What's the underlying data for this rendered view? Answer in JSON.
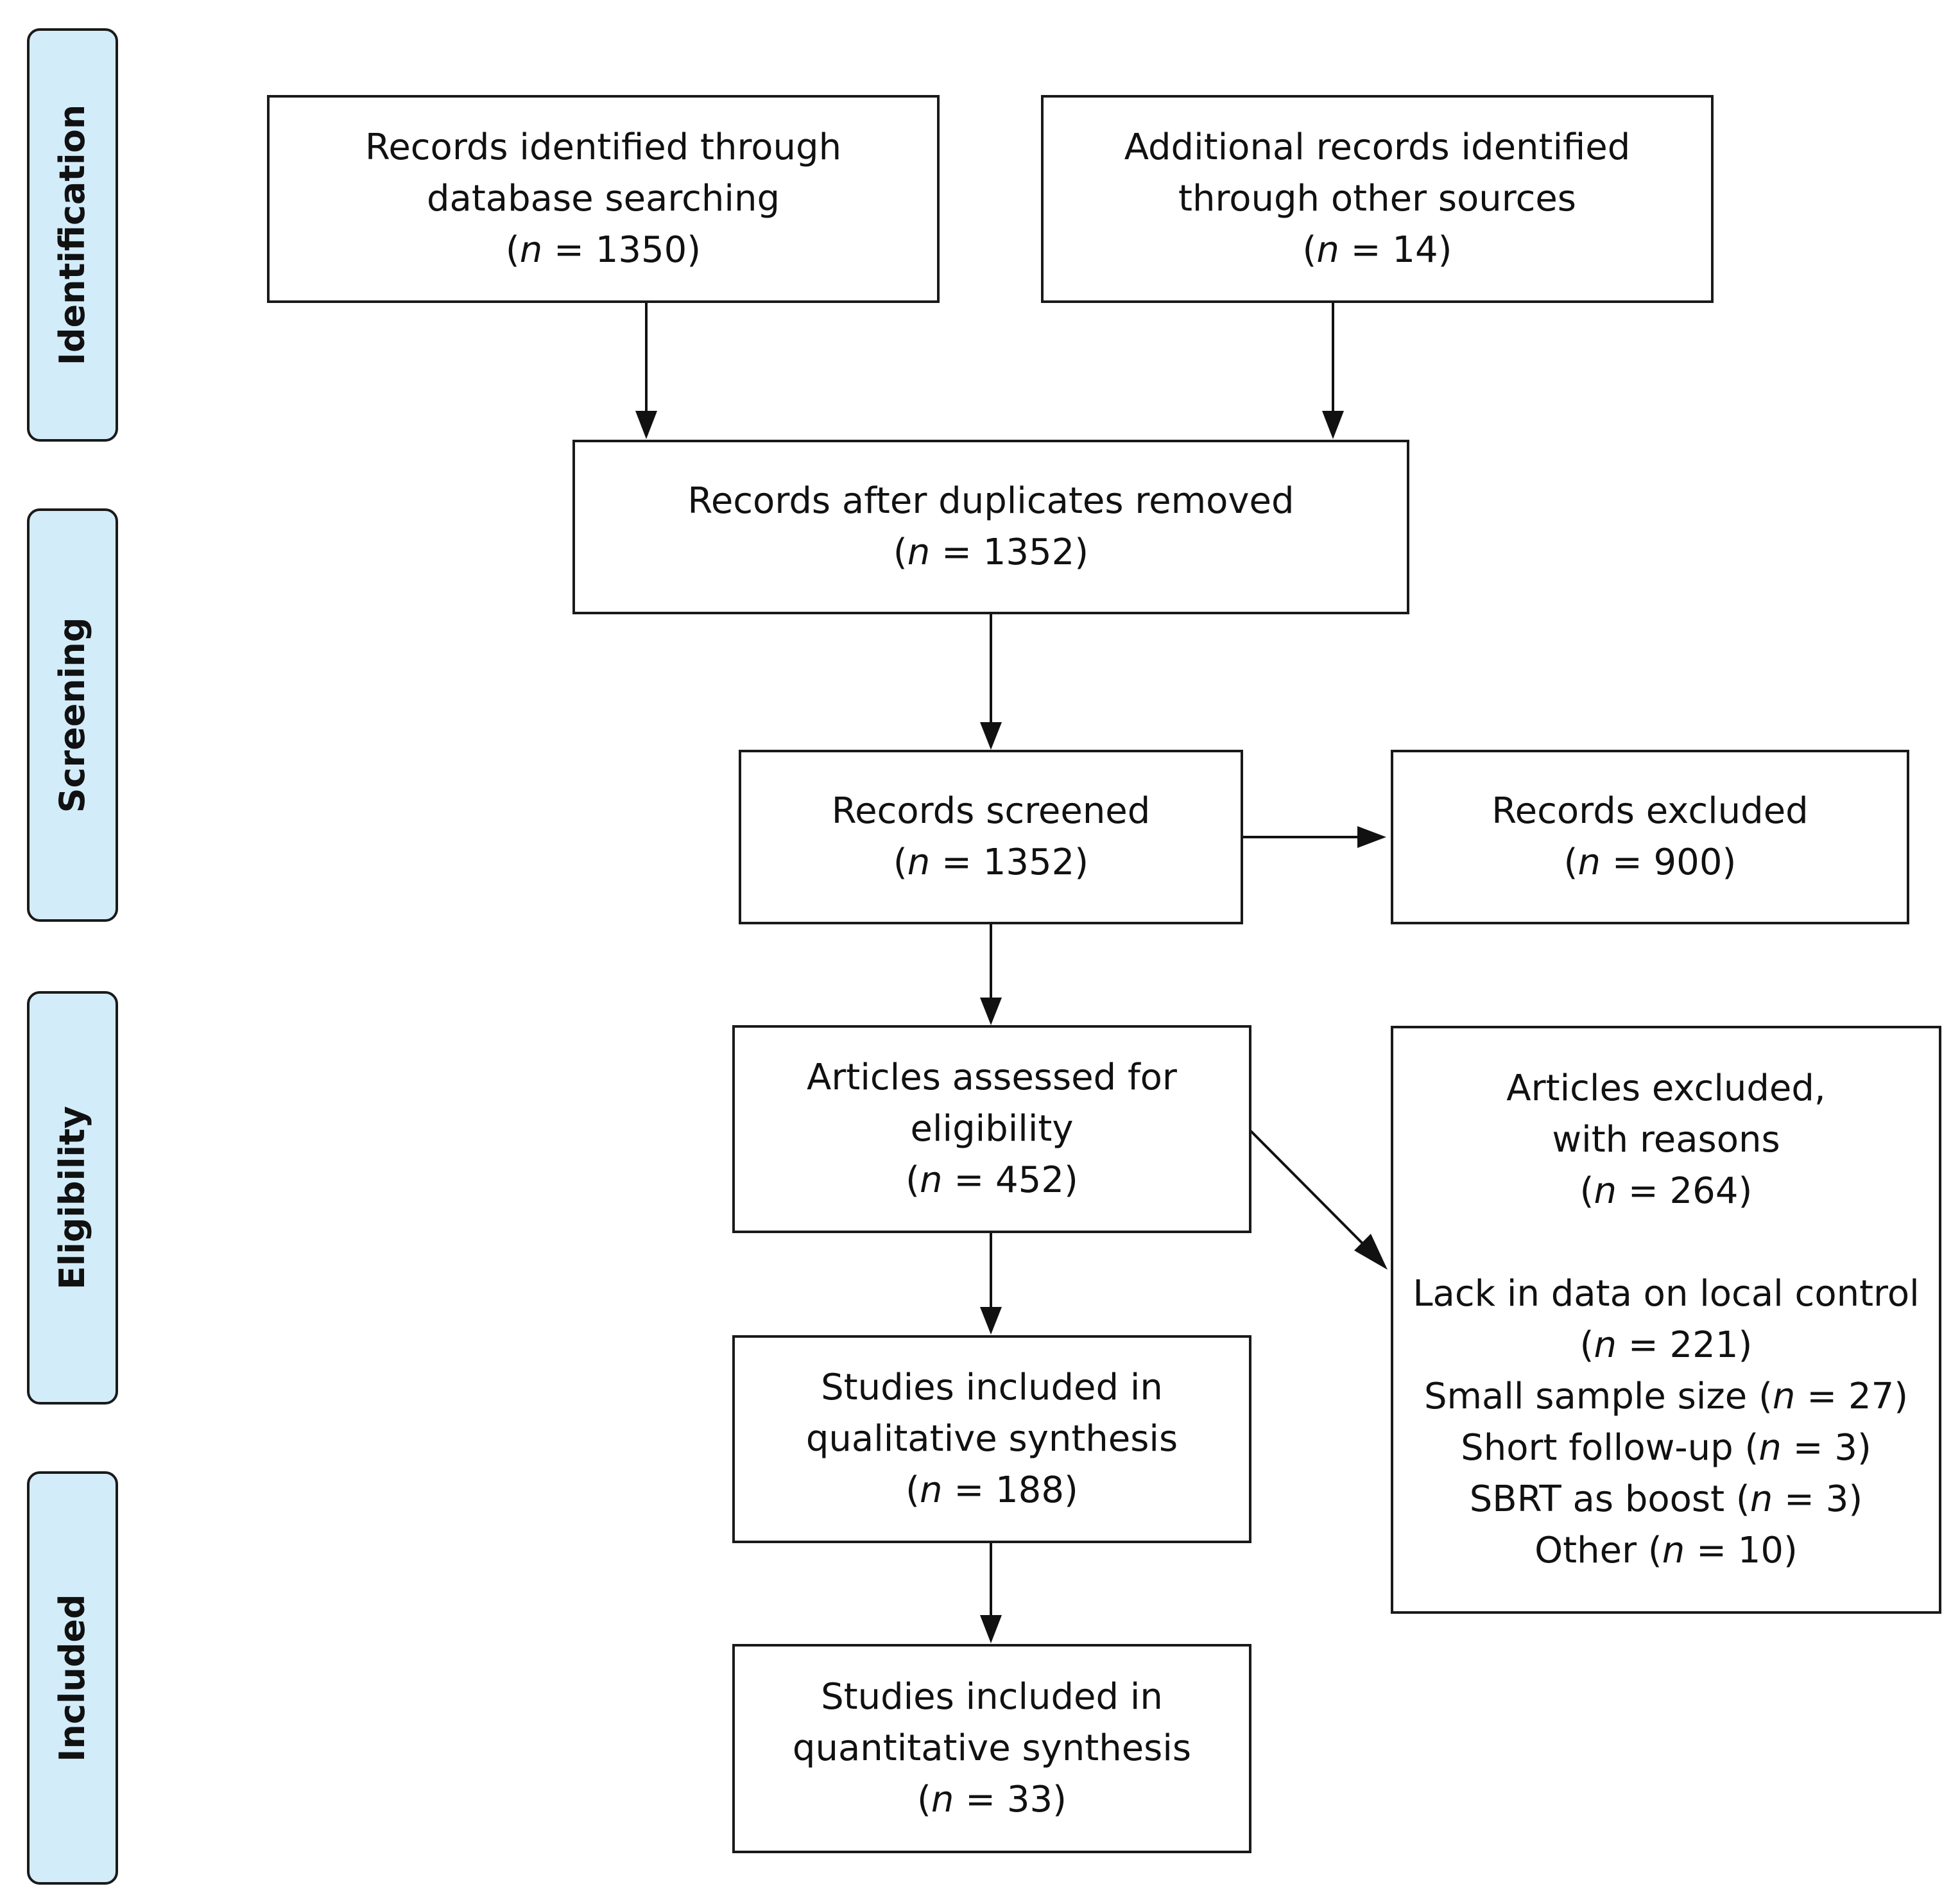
{
  "phases": {
    "identification": "Identification",
    "screening": "Screening",
    "eligibility": "Eligibility",
    "included": "Included"
  },
  "boxes": {
    "database_search": {
      "lines": [
        "Records identified through",
        "database searching"
      ],
      "n_label": "n",
      "n_value": " = 1350"
    },
    "other_sources": {
      "lines": [
        "Additional records identified",
        "through other sources"
      ],
      "n_label": "n",
      "n_value": " = 14"
    },
    "duplicates_removed": {
      "lines": [
        "Records after duplicates removed"
      ],
      "n_label": "n",
      "n_value": " = 1352"
    },
    "screened": {
      "lines": [
        "Records screened"
      ],
      "n_label": "n",
      "n_value": " = 1352"
    },
    "excluded": {
      "lines": [
        "Records excluded"
      ],
      "n_label": "n",
      "n_value": " = 900"
    },
    "eligibility": {
      "lines": [
        "Articles assessed for",
        "eligibility"
      ],
      "n_label": "n",
      "n_value": " = 452"
    },
    "articles_excluded": {
      "lines": [
        "Articles excluded,",
        "with reasons"
      ],
      "n_label": "n",
      "n_value": " = 264",
      "reasons": {
        "lack_data": {
          "text": "Lack in data on local control",
          "n_label": "n",
          "n_value": " = 221"
        },
        "small_sample": {
          "text": "Small sample size",
          "n_label": "n",
          "n_value": " = 27"
        },
        "short_followup": {
          "text": "Short follow-up",
          "n_label": "n",
          "n_value": " = 3"
        },
        "sbrt_boost": {
          "text": "SBRT as boost",
          "n_label": "n",
          "n_value": " = 3"
        },
        "other": {
          "text": "Other",
          "n_label": "n",
          "n_value": " = 10"
        }
      }
    },
    "qualitative": {
      "lines": [
        "Studies included in",
        "qualitative synthesis"
      ],
      "n_label": "n",
      "n_value": " = 188"
    },
    "quantitative": {
      "lines": [
        "Studies included in",
        "quantitative synthesis"
      ],
      "n_label": "n",
      "n_value": " = 33"
    }
  }
}
